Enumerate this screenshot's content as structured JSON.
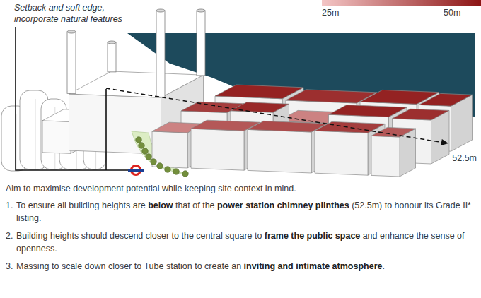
{
  "diagram": {
    "labels": [
      "Setback and soft edge, incorporate natural features",
      "25m",
      "50m",
      "52.5m",
      "Aim to maximise development potential while keeping site context in mind.",
      "1.",
      "To ensure all building heights are",
      "below",
      "that of the",
      "power station chimney plinthes",
      "(52.5m) to honour its Grade II* listing.",
      "2.",
      "Building heights should descend closer to the central square to",
      "frame the public space",
      "and enhance the sense of openness.",
      "3.",
      "Massing to scale down closer to Tube station to create an",
      "inviting and intimate atmosphere",
      "."
    ]
  }
}
